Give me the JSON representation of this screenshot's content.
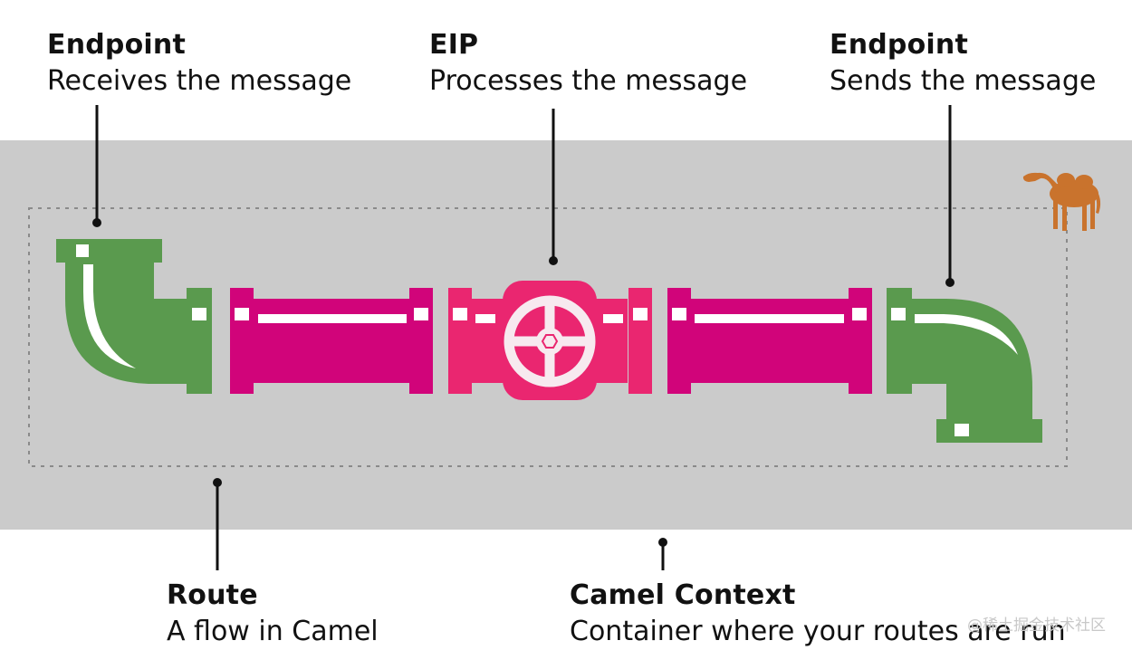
{
  "labels": {
    "endpoint_in": {
      "title": "Endpoint",
      "desc": "Receives the message"
    },
    "eip": {
      "title": "EIP",
      "desc": "Processes the message"
    },
    "endpoint_out": {
      "title": "Endpoint",
      "desc": "Sends the message"
    },
    "route": {
      "title": "Route",
      "desc": "A flow in Camel"
    },
    "camel_context": {
      "title": "Camel Context",
      "desc": "Container where your routes are run"
    }
  },
  "watermark": "@稀土掘金技术社区",
  "icons": {
    "mascot": "camel-icon",
    "valve": "valve-wheel-icon",
    "endpoint_in": "elbow-pipe-icon",
    "endpoint_out": "elbow-pipe-icon"
  },
  "colors": {
    "context_background": "#cbcbcb",
    "endpoint_green": "#5a9a4e",
    "pipe_magenta": "#d1047a",
    "valve_pink": "#ea2670",
    "camel_tan": "#c9732d",
    "callout_line": "#111111",
    "route_border": "#8a8a8a"
  }
}
